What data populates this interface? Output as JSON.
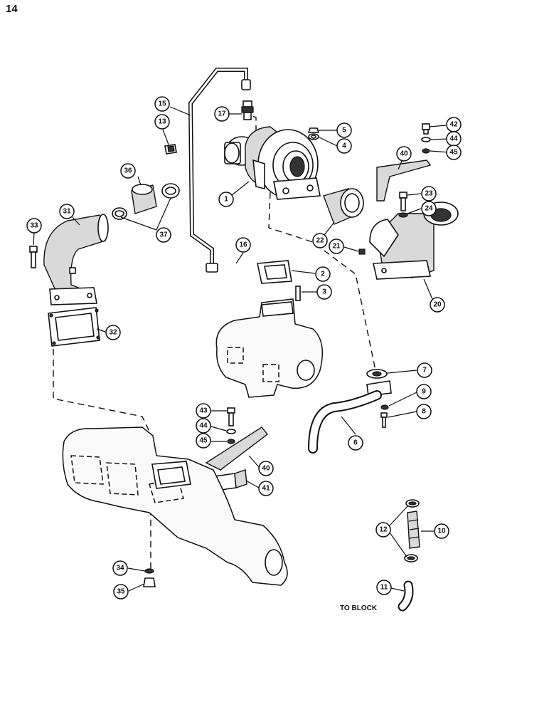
{
  "page": {
    "number": "14"
  },
  "labels": {
    "to_block": "TO BLOCK"
  },
  "callouts": [
    {
      "id": "c1",
      "n": "1"
    },
    {
      "id": "c2",
      "n": "2"
    },
    {
      "id": "c3",
      "n": "3"
    },
    {
      "id": "c4",
      "n": "4"
    },
    {
      "id": "c5",
      "n": "5"
    },
    {
      "id": "c6",
      "n": "6"
    },
    {
      "id": "c7",
      "n": "7"
    },
    {
      "id": "c8",
      "n": "8"
    },
    {
      "id": "c9",
      "n": "9"
    },
    {
      "id": "c10",
      "n": "10"
    },
    {
      "id": "c11",
      "n": "11"
    },
    {
      "id": "c12",
      "n": "12"
    },
    {
      "id": "c13",
      "n": "13"
    },
    {
      "id": "c15",
      "n": "15"
    },
    {
      "id": "c16",
      "n": "16"
    },
    {
      "id": "c17",
      "n": "17"
    },
    {
      "id": "c20",
      "n": "20"
    },
    {
      "id": "c21",
      "n": "21"
    },
    {
      "id": "c22",
      "n": "22"
    },
    {
      "id": "c23",
      "n": "23"
    },
    {
      "id": "c24",
      "n": "24"
    },
    {
      "id": "c31",
      "n": "31"
    },
    {
      "id": "c32",
      "n": "32"
    },
    {
      "id": "c33",
      "n": "33"
    },
    {
      "id": "c34",
      "n": "34"
    },
    {
      "id": "c35",
      "n": "35"
    },
    {
      "id": "c36",
      "n": "36"
    },
    {
      "id": "c37",
      "n": "37"
    },
    {
      "id": "c40a",
      "n": "40"
    },
    {
      "id": "c40b",
      "n": "40"
    },
    {
      "id": "c41",
      "n": "41"
    },
    {
      "id": "c42",
      "n": "42"
    },
    {
      "id": "c43",
      "n": "43"
    },
    {
      "id": "c44a",
      "n": "44"
    },
    {
      "id": "c44b",
      "n": "44"
    },
    {
      "id": "c45a",
      "n": "45"
    },
    {
      "id": "c45b",
      "n": "45"
    }
  ]
}
